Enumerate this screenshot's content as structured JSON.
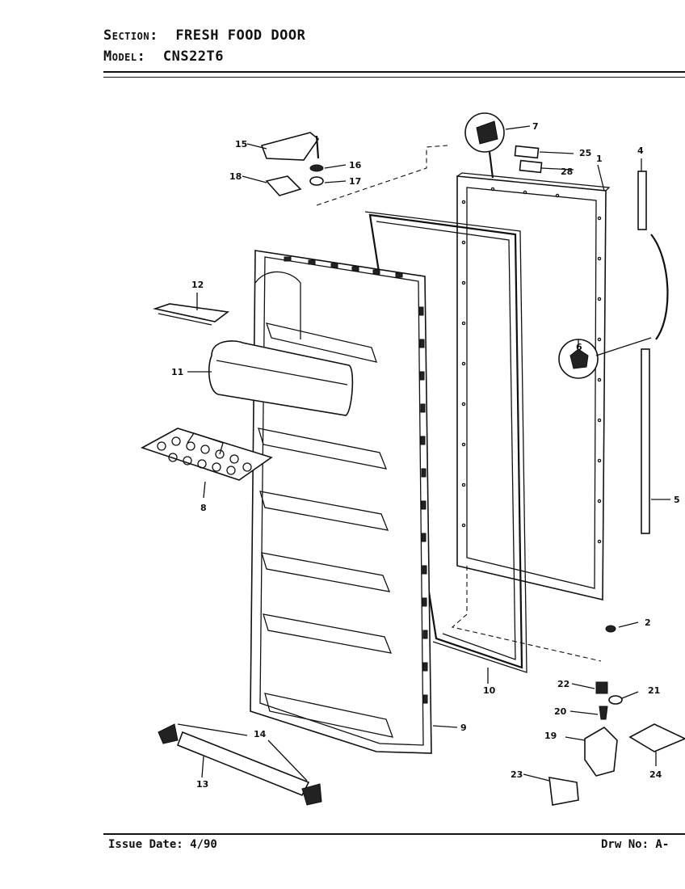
{
  "header": {
    "section_label": "Section:",
    "section_value": "FRESH FOOD DOOR",
    "model_label": "Model:",
    "model_value": "CNS22T6"
  },
  "footer": {
    "issue_date": "Issue Date: 4/90",
    "drawing_no": "Drw No: A-"
  },
  "callouts": [
    "1",
    "2",
    "4",
    "5",
    "6",
    "7",
    "8",
    "9",
    "10",
    "11",
    "12",
    "13",
    "14",
    "15",
    "16",
    "17",
    "18",
    "19",
    "20",
    "21",
    "22",
    "23",
    "24",
    "25",
    "28"
  ]
}
